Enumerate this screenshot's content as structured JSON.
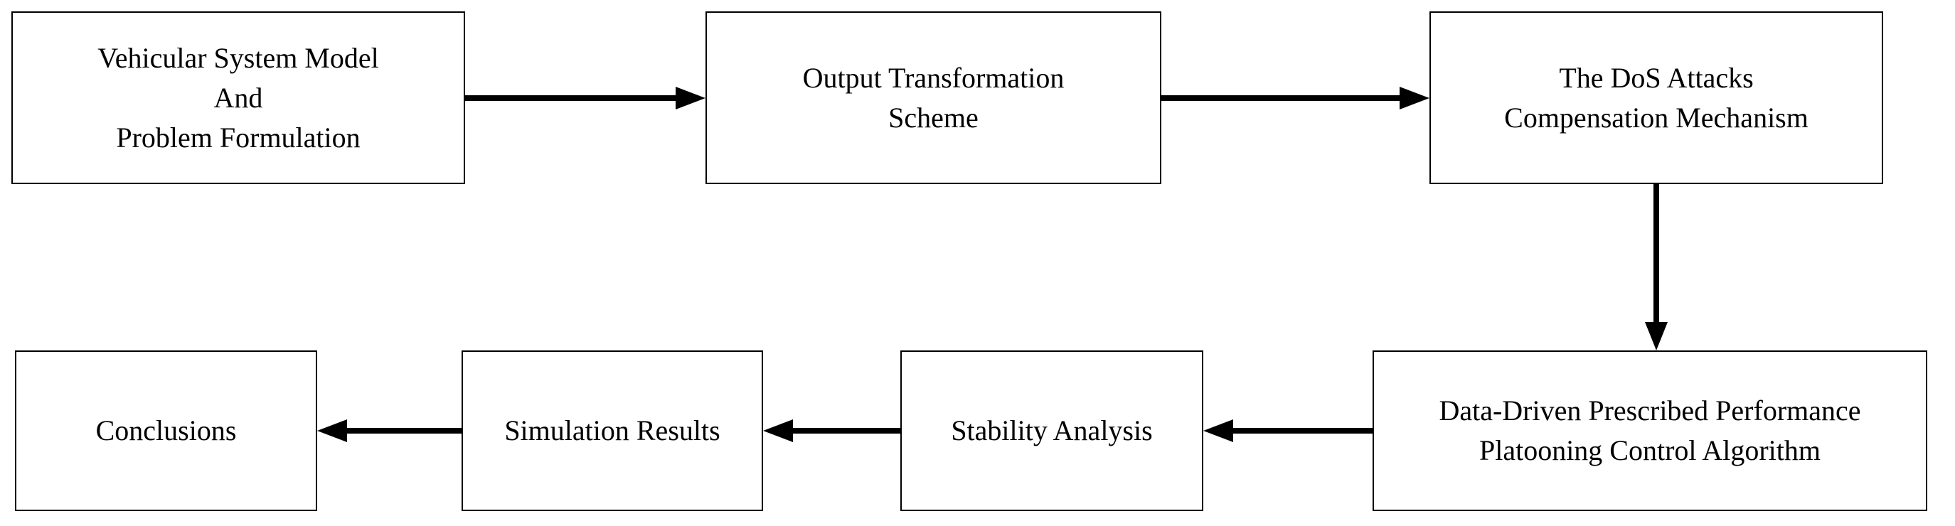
{
  "colors": {
    "background": "#ffffff",
    "box_fill": "#ffffff",
    "box_border": "#000000",
    "text": "#000000",
    "arrow": "#000000"
  },
  "boxes": {
    "vehicular_system_model": {
      "label": "Vehicular System Model\nAnd\nProblem Formulation"
    },
    "output_transformation": {
      "label": "Output Transformation\nScheme"
    },
    "dos_attacks": {
      "label": "The DoS Attacks\nCompensation Mechanism"
    },
    "platooning_control": {
      "label": "Data-Driven Prescribed Performance\nPlatooning Control Algorithm"
    },
    "stability_analysis": {
      "label": "Stability Analysis"
    },
    "simulation_results": {
      "label": "Simulation Results"
    },
    "conclusions": {
      "label": "Conclusions"
    }
  },
  "connections": [
    {
      "from": "vehicular_system_model",
      "to": "output_transformation",
      "direction": "right"
    },
    {
      "from": "output_transformation",
      "to": "dos_attacks",
      "direction": "right"
    },
    {
      "from": "dos_attacks",
      "to": "platooning_control",
      "direction": "down"
    },
    {
      "from": "platooning_control",
      "to": "stability_analysis",
      "direction": "left"
    },
    {
      "from": "stability_analysis",
      "to": "simulation_results",
      "direction": "left"
    },
    {
      "from": "simulation_results",
      "to": "conclusions",
      "direction": "left"
    }
  ]
}
